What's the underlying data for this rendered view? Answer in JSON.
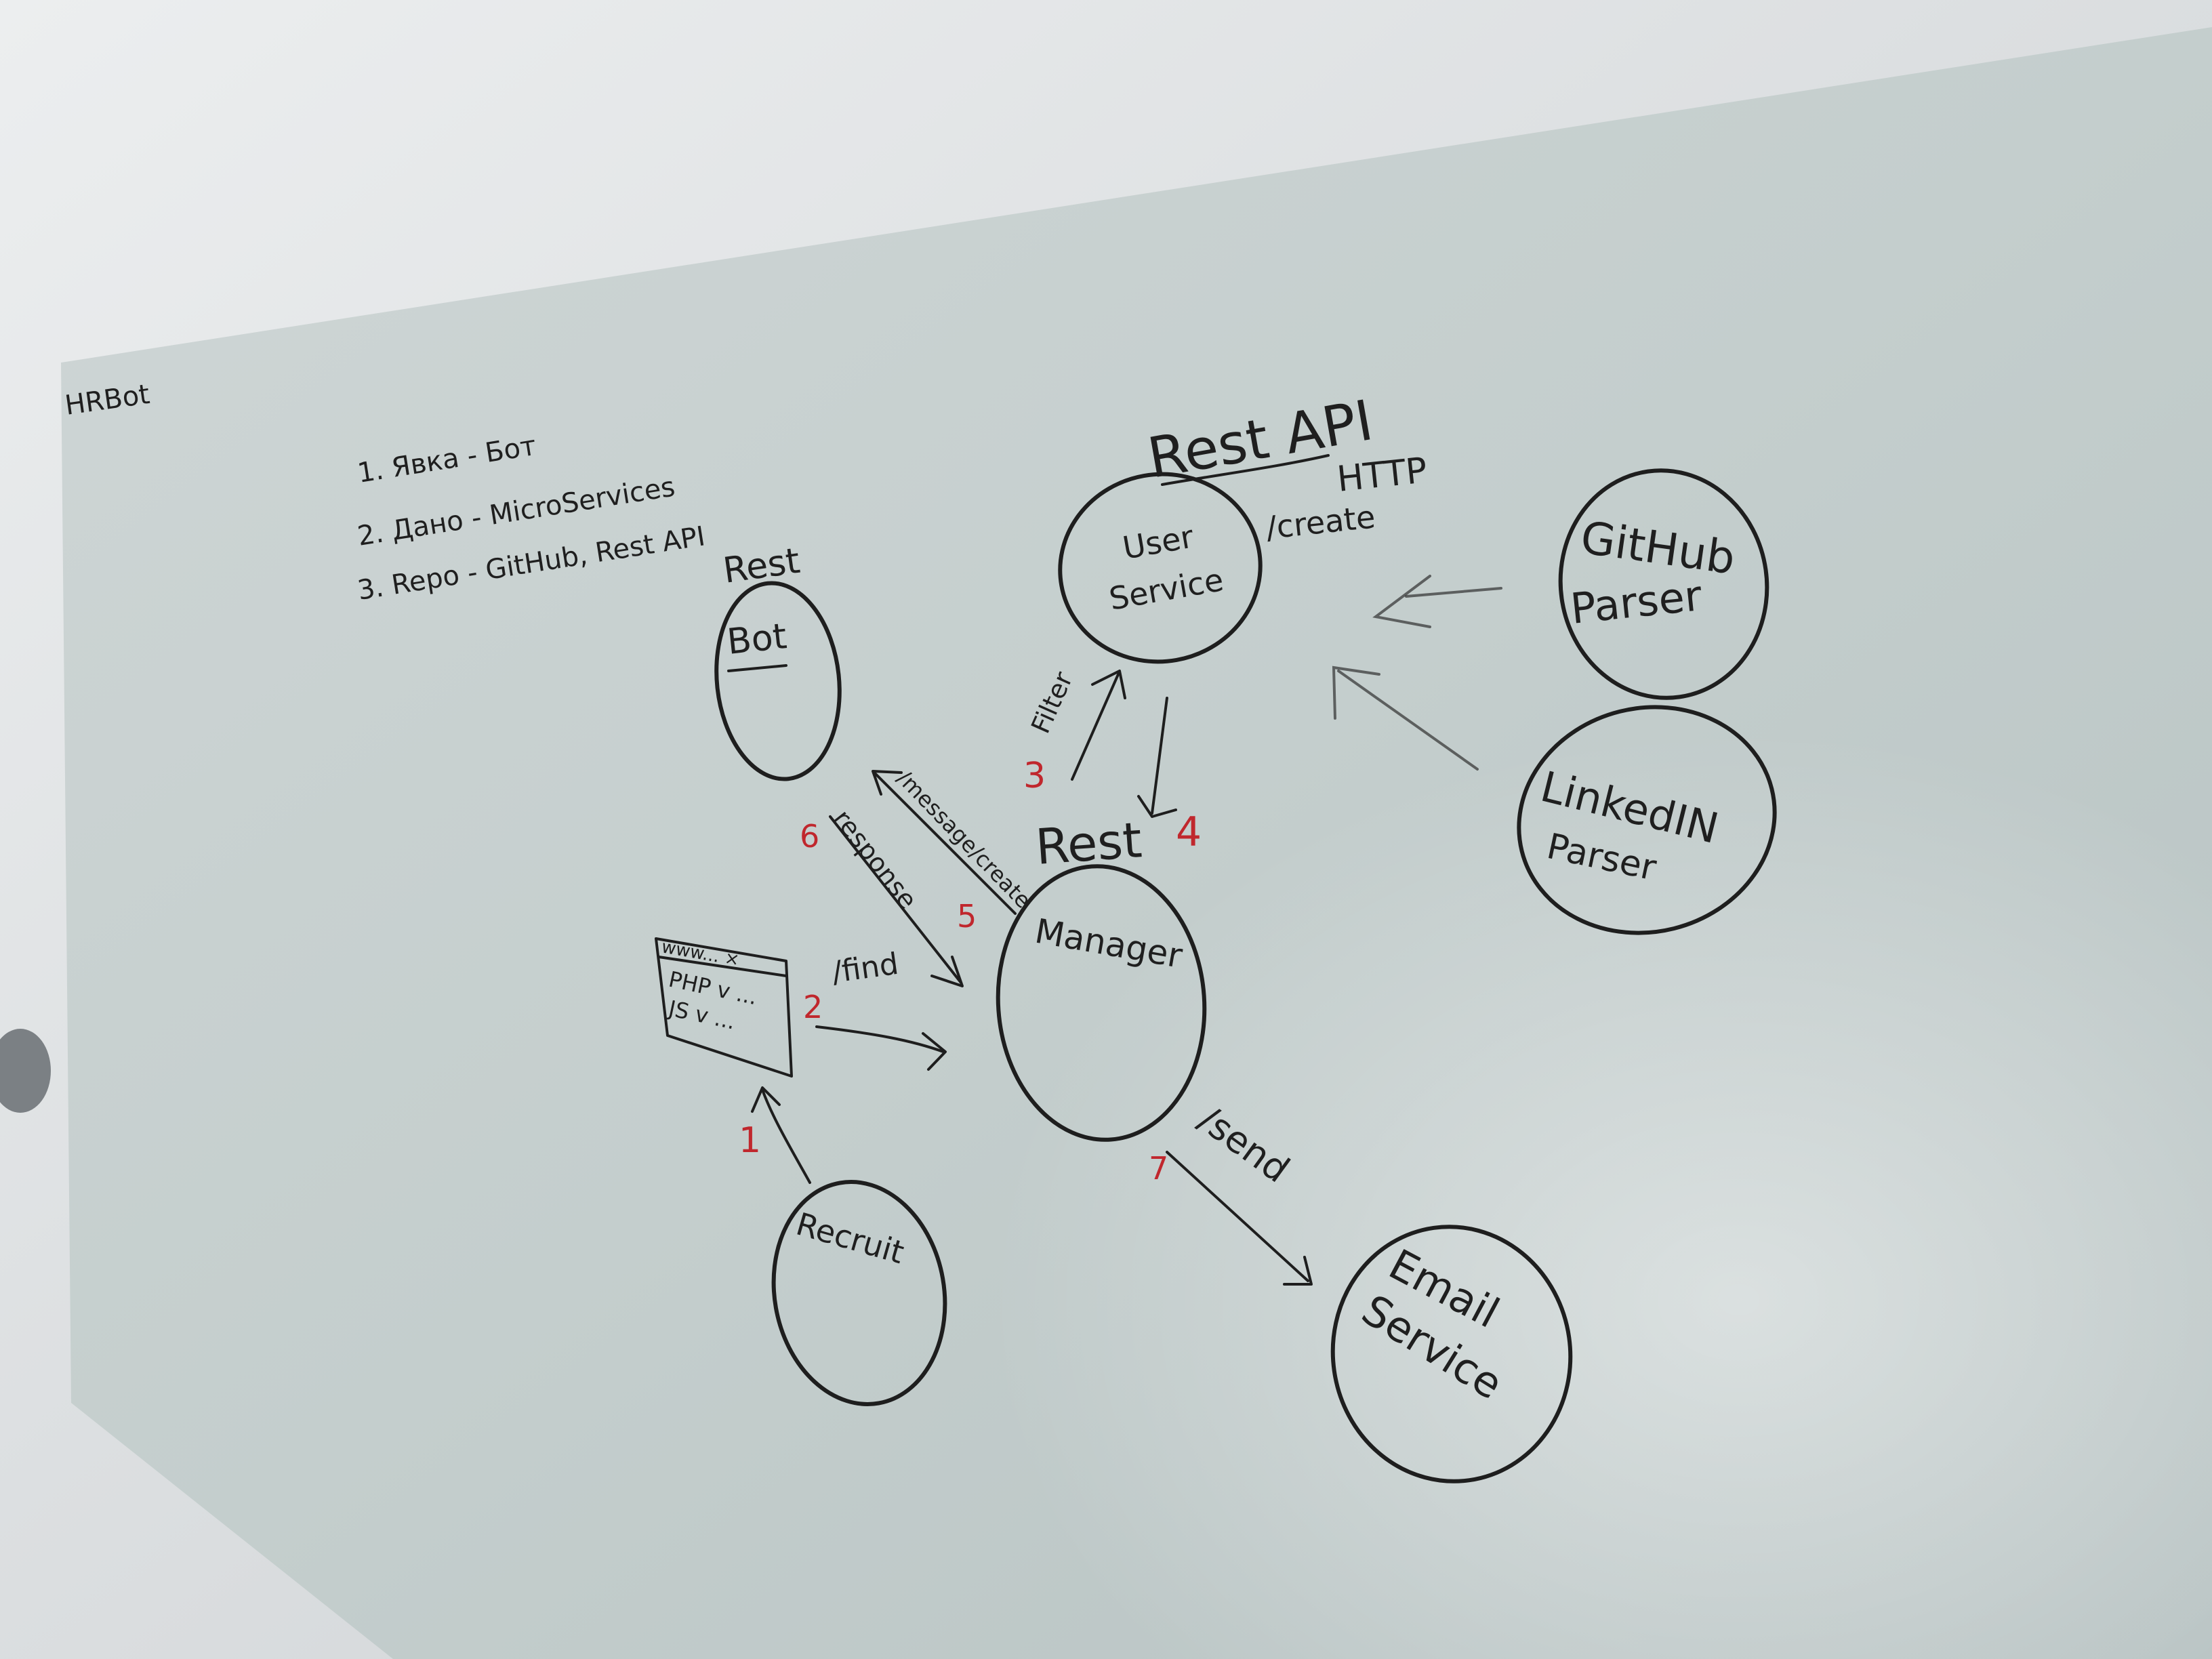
{
  "board": {
    "corner_label": "HRBot",
    "list": [
      "1. Явка - Бот",
      "2. Дано - MicroServices",
      "3. Repo - GitHub, Rest API"
    ]
  },
  "nodes": {
    "bot": {
      "label": "Bot",
      "top_label": "Rest"
    },
    "user_service": {
      "line1": "User",
      "line2": "Service",
      "top_label": "Rest API",
      "protocol": "HTTP"
    },
    "github_parser": {
      "line1": "GitHub",
      "line2": "Parser"
    },
    "linkedin_parser": {
      "line1": "LinkedIN",
      "line2": "Parser"
    },
    "manager": {
      "label": "Manager",
      "top_label": "Rest"
    },
    "recruit": {
      "label": "Recruit"
    },
    "email_service": {
      "line1": "Email",
      "line2": "Service"
    },
    "form": {
      "line1": "www... ×",
      "line2": "PHP v  ...",
      "line3": "JS v  ..."
    }
  },
  "edges": {
    "create_label": "/create",
    "filter_label": "Filter",
    "message_create_label": "/message/create",
    "response_label": "response",
    "find_label": "/find",
    "send_label": "/send"
  },
  "steps": [
    "1",
    "2",
    "3",
    "4",
    "5",
    "6",
    "7"
  ],
  "colors": {
    "ink": "#1e1e1e",
    "red_marker": "#c0272d",
    "board": "#c5d0cf",
    "wall": "#e6e8ea"
  }
}
